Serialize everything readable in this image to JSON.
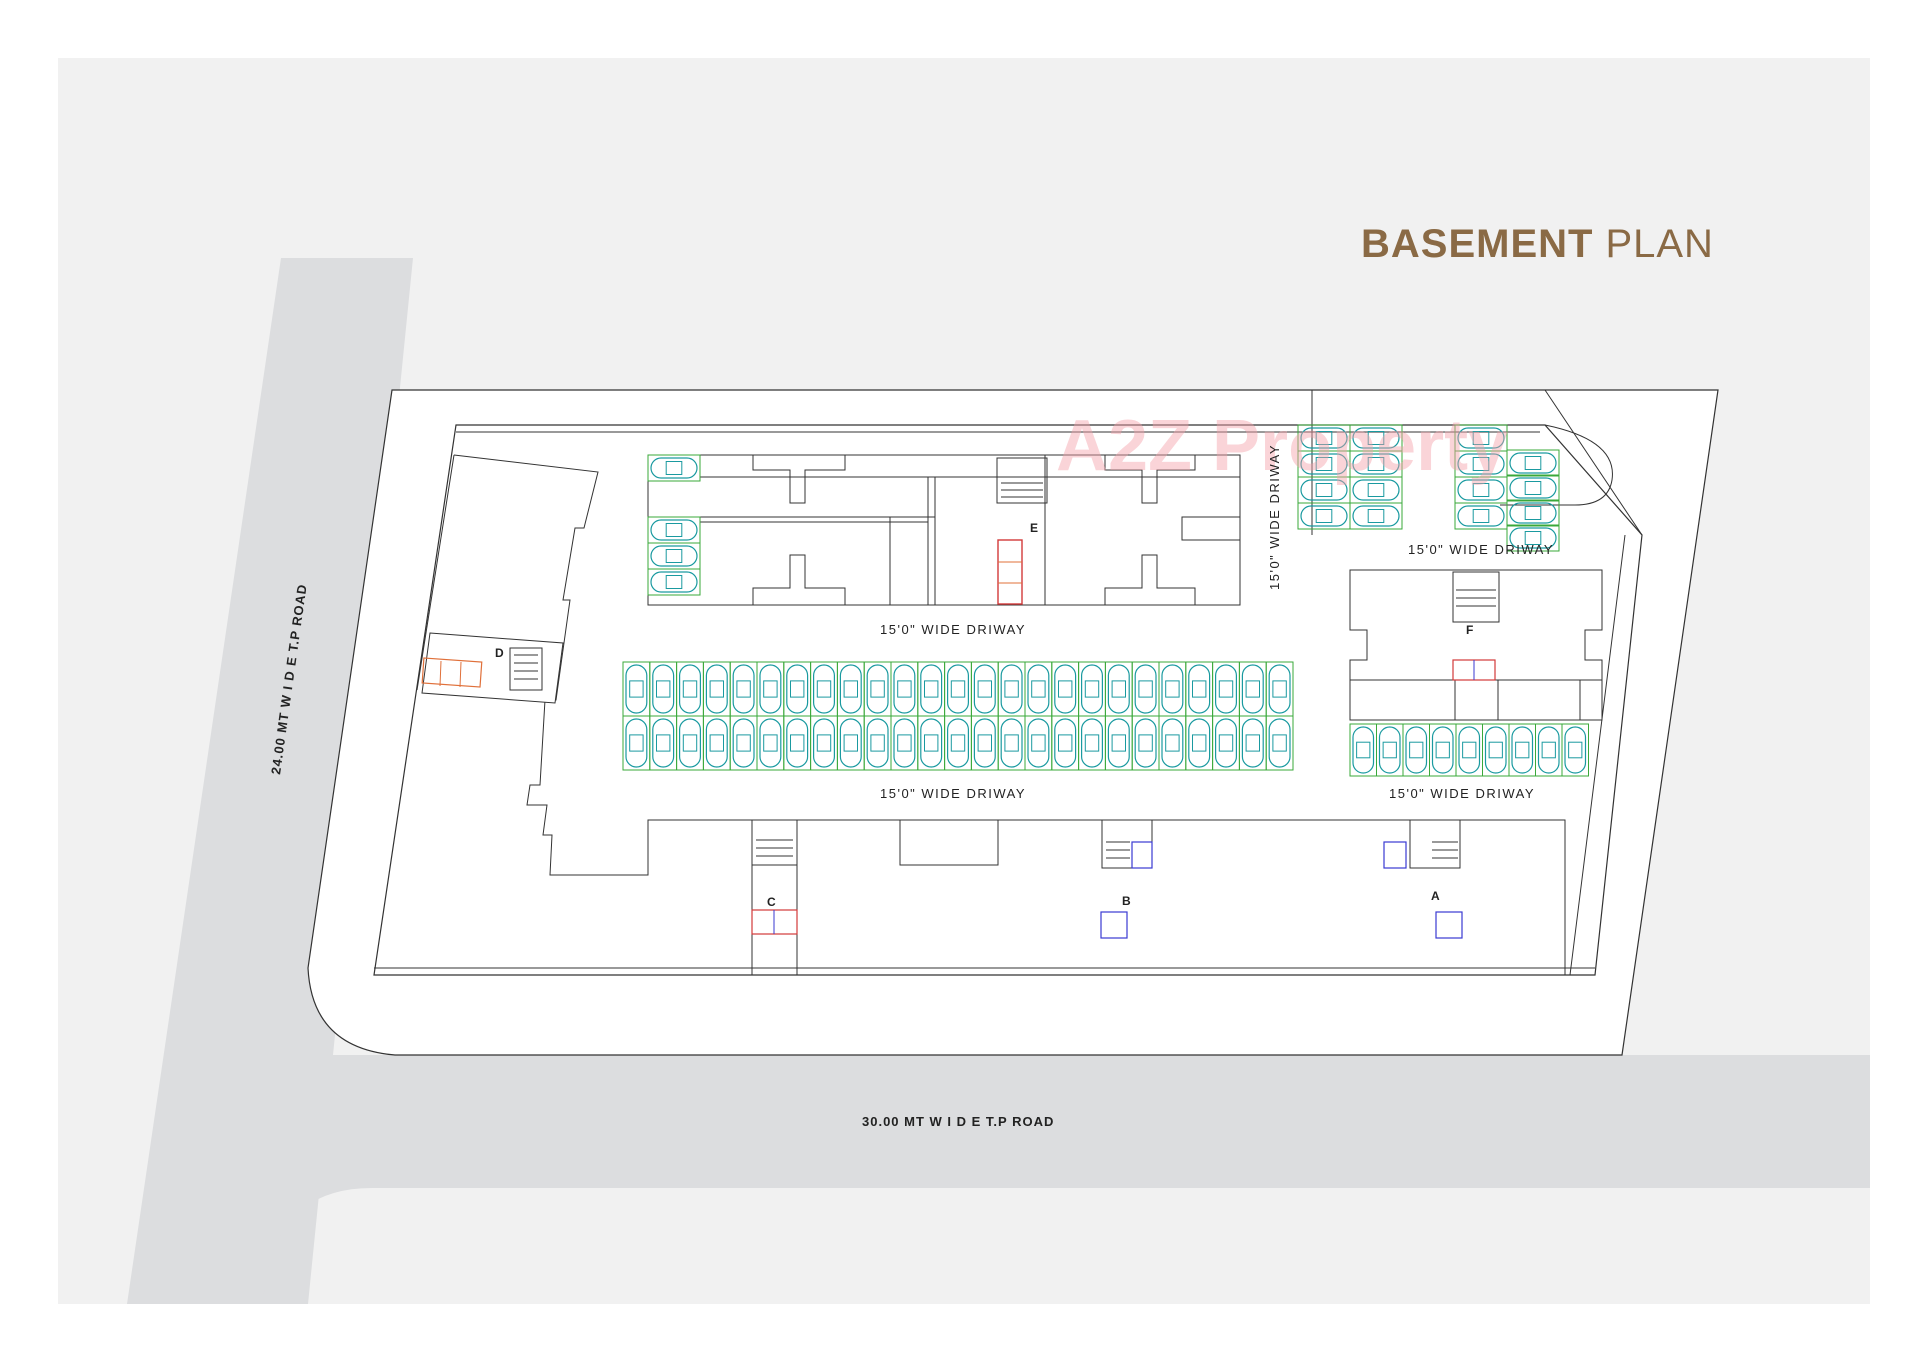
{
  "title": {
    "bold": "BASEMENT",
    "light": "PLAN"
  },
  "roads": {
    "left": "24.00 MT W I D E T.P ROAD",
    "bottom": "30.00 MT W I D E T.P ROAD"
  },
  "driveways": {
    "vertical": "15'0\" WIDE DRIWAY",
    "top_middle": "15'0\" WIDE DRIWAY",
    "top_right": "15'0\" WIDE DRIWAY",
    "bottom_middle": "15'0\" WIDE DRIWAY",
    "bottom_right": "15'0\" WIDE DRIWAY"
  },
  "cores": [
    "A",
    "B",
    "C",
    "D",
    "E",
    "F"
  ],
  "watermark": "A2Z Property",
  "colors": {
    "background": "#f1f1f1",
    "road": "#dcdddf",
    "plot": "#ffffff",
    "line": "#333333",
    "car": "#1a9aa0",
    "car_bay": "#3aa83a",
    "title": "#8a6a45",
    "lift_red": "#d23a3a",
    "lift_blue": "#3a3ad2",
    "lift_orange": "#e0703a"
  }
}
